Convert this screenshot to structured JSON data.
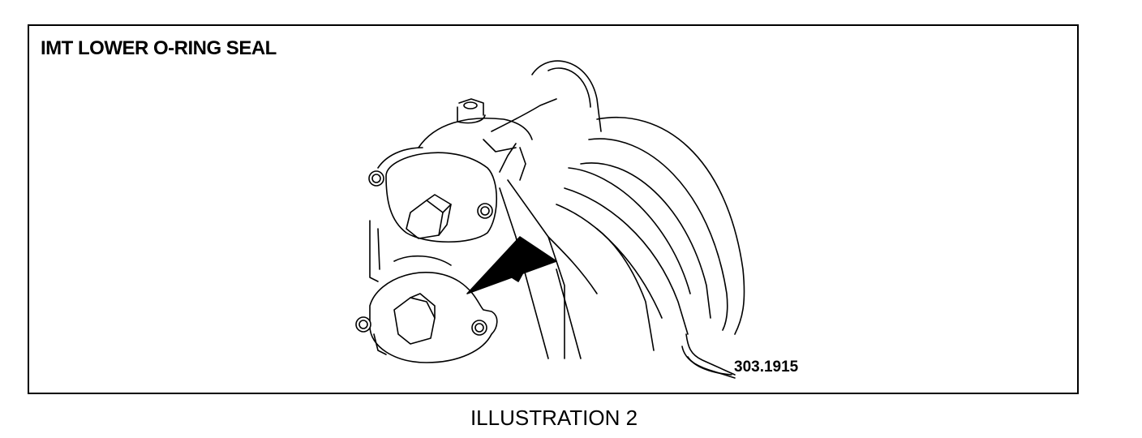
{
  "figure": {
    "title": "IMT LOWER O-RING SEAL",
    "part_number": "303.1915",
    "caption": "ILLUSTRATION 2"
  }
}
